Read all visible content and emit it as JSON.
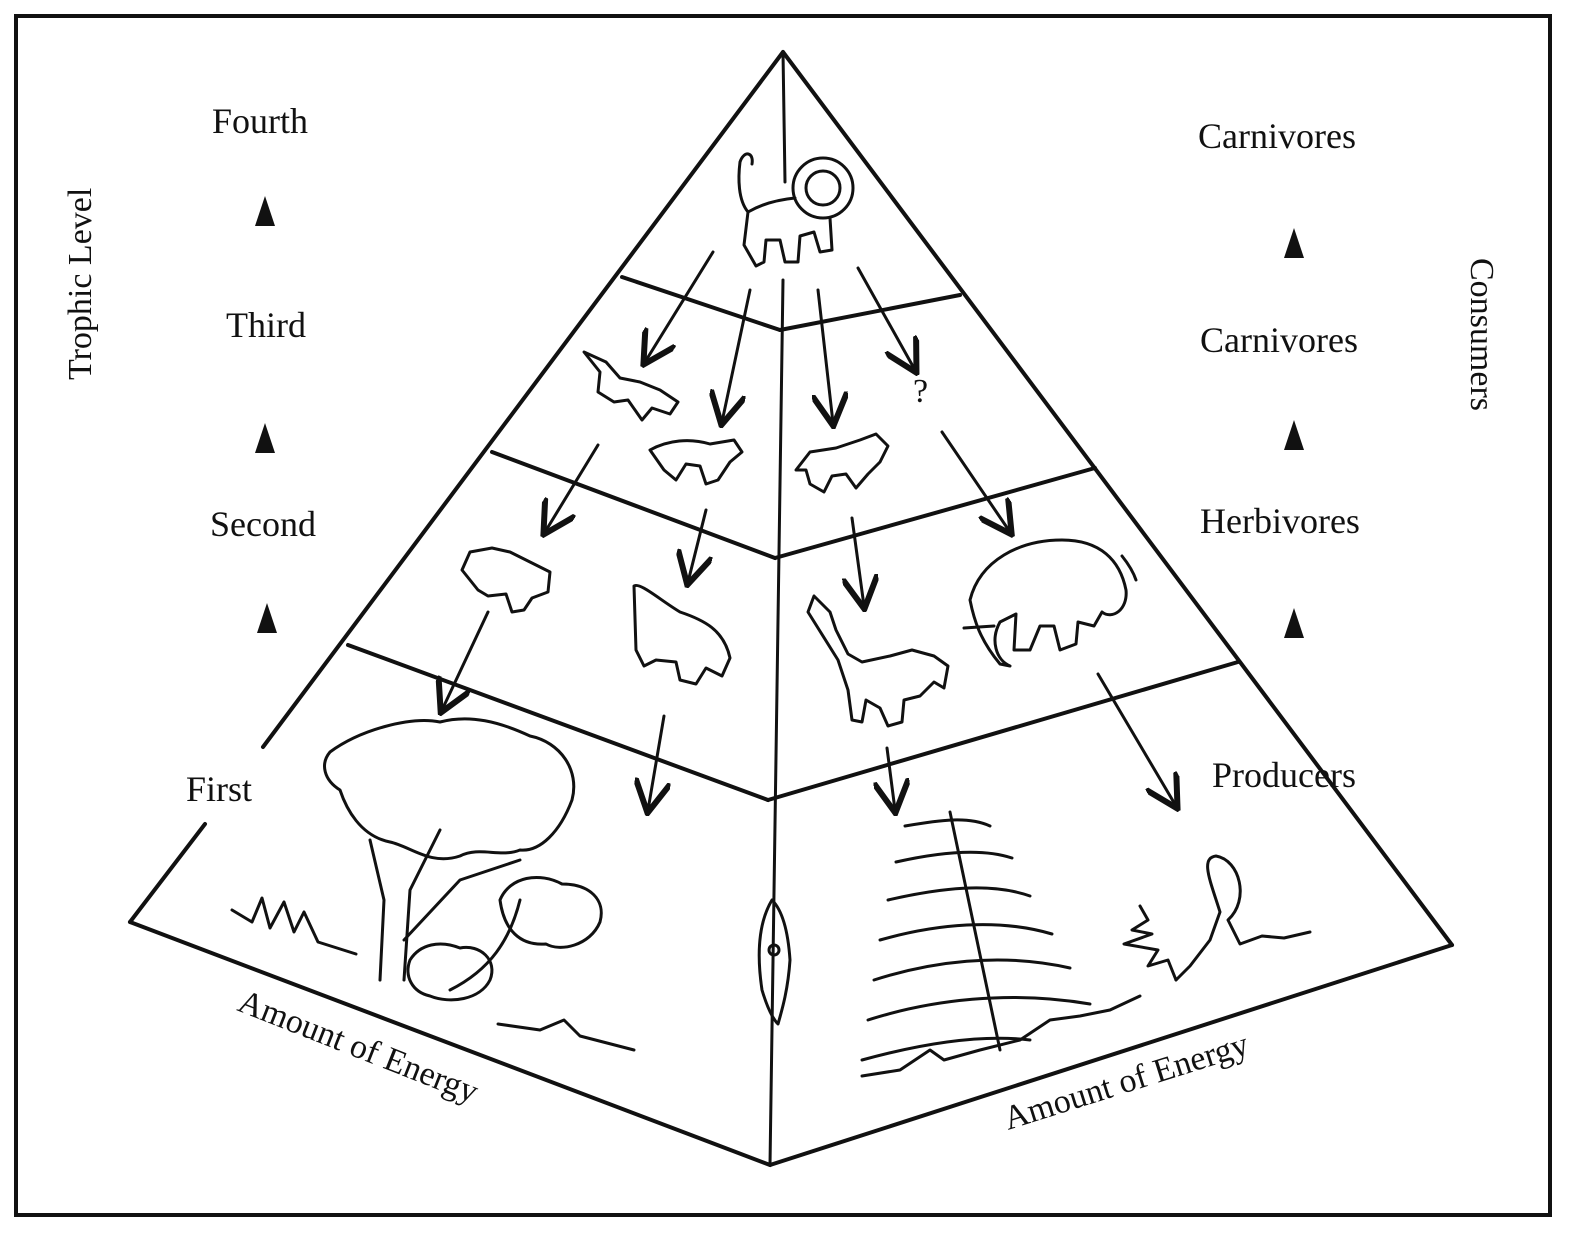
{
  "left_axis": {
    "title": "Trophic Level",
    "levels": [
      "Fourth",
      "Third",
      "Second",
      "First"
    ]
  },
  "right_axis": {
    "title": "Consumers",
    "levels": [
      "Carnivores",
      "Carnivores",
      "Herbivores",
      "Producers"
    ]
  },
  "bottom": {
    "left_edge_label": "Amount of Energy",
    "right_edge_label": "Amount of Energy"
  },
  "question_mark": "?"
}
